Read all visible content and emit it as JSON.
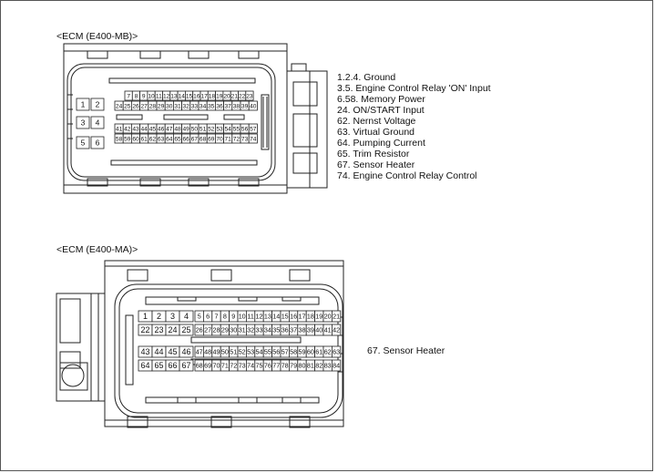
{
  "connector_mb": {
    "title": "<ECM (E400-MB)>",
    "big_pins": [
      "1",
      "2",
      "3",
      "4",
      "5",
      "6"
    ],
    "row1": [
      "7",
      "8",
      "9",
      "10",
      "11",
      "12",
      "13",
      "14",
      "15",
      "16",
      "17",
      "18",
      "19",
      "20",
      "21",
      "22",
      "23"
    ],
    "row2": [
      "24",
      "25",
      "26",
      "27",
      "28",
      "29",
      "30",
      "31",
      "32",
      "33",
      "34",
      "35",
      "36",
      "37",
      "38",
      "39",
      "40"
    ],
    "row3": [
      "41",
      "42",
      "43",
      "44",
      "45",
      "46",
      "47",
      "48",
      "49",
      "50",
      "51",
      "52",
      "53",
      "54",
      "55",
      "56",
      "57"
    ],
    "row4": [
      "58",
      "59",
      "60",
      "61",
      "62",
      "63",
      "64",
      "65",
      "66",
      "67",
      "68",
      "69",
      "70",
      "71",
      "72",
      "73",
      "74"
    ],
    "legend": [
      "1.2.4. Ground",
      "3.5. Engine Control Relay 'ON' Input",
      "6.58. Memory Power",
      "24. ON/START Input",
      "62. Nernst Voltage",
      "63. Virtual Ground",
      "64. Pumping Current",
      "65. Trim Resistor",
      "67. Sensor Heater",
      "74. Engine Control Relay Control"
    ]
  },
  "connector_ma": {
    "title": "<ECM (E400-MA)>",
    "row1": [
      "1",
      "2",
      "3",
      "4",
      "5",
      "6",
      "7",
      "8",
      "9",
      "10",
      "11",
      "12",
      "13",
      "14",
      "15",
      "16",
      "17",
      "18",
      "19",
      "20",
      "21"
    ],
    "row2": [
      "22",
      "23",
      "24",
      "25",
      "26",
      "27",
      "28",
      "29",
      "30",
      "31",
      "32",
      "33",
      "34",
      "35",
      "36",
      "37",
      "38",
      "39",
      "40",
      "41",
      "42"
    ],
    "row3": [
      "43",
      "44",
      "45",
      "46",
      "47",
      "48",
      "49",
      "50",
      "51",
      "52",
      "53",
      "54",
      "55",
      "56",
      "57",
      "58",
      "59",
      "60",
      "61",
      "62",
      "63"
    ],
    "row4": [
      "64",
      "65",
      "66",
      "67",
      "68",
      "69",
      "70",
      "71",
      "72",
      "73",
      "74",
      "75",
      "76",
      "77",
      "78",
      "79",
      "80",
      "81",
      "82",
      "83",
      "84"
    ],
    "legend": [
      "67. Sensor Heater"
    ]
  }
}
